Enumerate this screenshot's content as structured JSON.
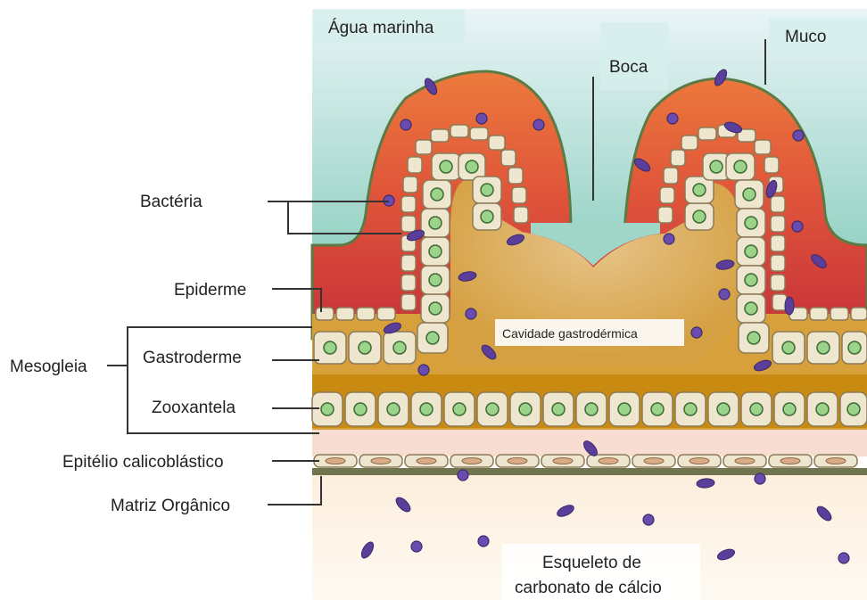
{
  "colors": {
    "seawater_top": "#e6f2f4",
    "seawater_bottom": "#9fd3c6",
    "mucus_outer": "#e86a3a",
    "mucus_inner": "#c8323a",
    "mucus_border": "#5b7a44",
    "mesoglea": "#d9a13a",
    "mesoglea_dark": "#c98b12",
    "cell_fill": "#efe6cf",
    "cell_border": "#8c7b59",
    "zooxanthella": "#9cd38a",
    "calicoblastic_band": "#f7d9cf",
    "organic_matrix": "#6f7452",
    "skeleton": "#fdf4e3",
    "bacteria": "#5b3d9a"
  },
  "labels": {
    "seawater": "Água marinha",
    "mouth": "Boca",
    "mucus": "Muco",
    "bacteria": "Bactéria",
    "epidermis": "Epiderme",
    "mesoglea": "Mesogleia",
    "gastrodermis": "Gastroderme",
    "zooxanthella": "Zooxantela",
    "calicoblastic_epithelium": "Epitélio calicoblástico",
    "organic_matrix": "Matriz Orgânico",
    "gastrodermal_cavity": "Cavidade gastrodérmica",
    "skeleton_line1": "Esqueleto de",
    "skeleton_line2": "carbonato de cálcio"
  }
}
